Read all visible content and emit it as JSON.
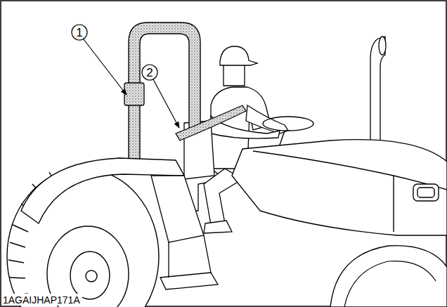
{
  "diagram": {
    "labels": [
      "1",
      "2",
      "1AGAIJHAP171A"
    ]
  }
}
